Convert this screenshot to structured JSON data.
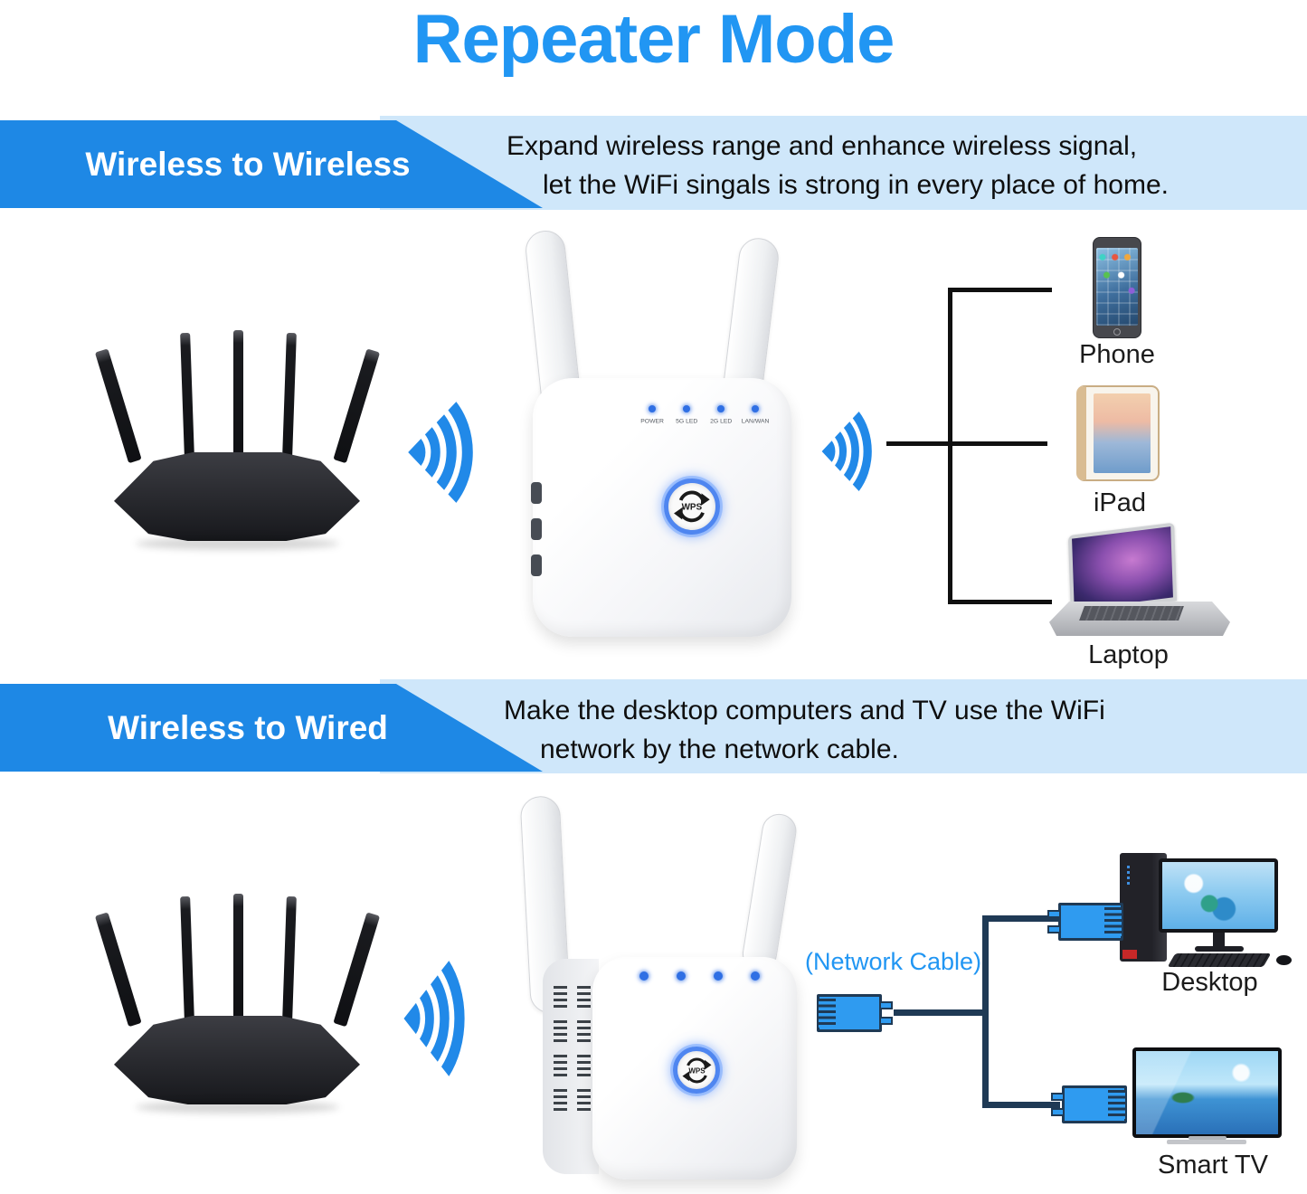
{
  "page": {
    "title": "Repeater Mode"
  },
  "sections": [
    {
      "banner_label": "Wireless to Wireless",
      "description_line1": "Expand wireless range and enhance wireless signal,",
      "description_line2": "let the WiFi singals is strong in every place of home."
    },
    {
      "banner_label": "Wireless to Wired",
      "description_line1": "Make the desktop computers and TV use the WiFi",
      "description_line2": "network by the network cable."
    }
  ],
  "repeater": {
    "led_labels": [
      "POWER",
      "5G LED",
      "2G LED",
      "LAN/WAN"
    ],
    "wps_label": "WPS"
  },
  "device_labels": {
    "phone": "Phone",
    "ipad": "iPad",
    "laptop": "Laptop",
    "desktop": "Desktop",
    "smart_tv": "Smart TV"
  },
  "cable_label": "(Network Cable)",
  "colors": {
    "title_blue": "#2196F3",
    "ribbon_blue": "#1E88E5",
    "band_blue": "#CFE7FA",
    "wifi_blue": "#2189E8",
    "cable_navy": "#1F3A55",
    "connector_blue": "#2F9BF0",
    "led_blue": "#2F6FE4",
    "label_blue": "#2196F3"
  }
}
